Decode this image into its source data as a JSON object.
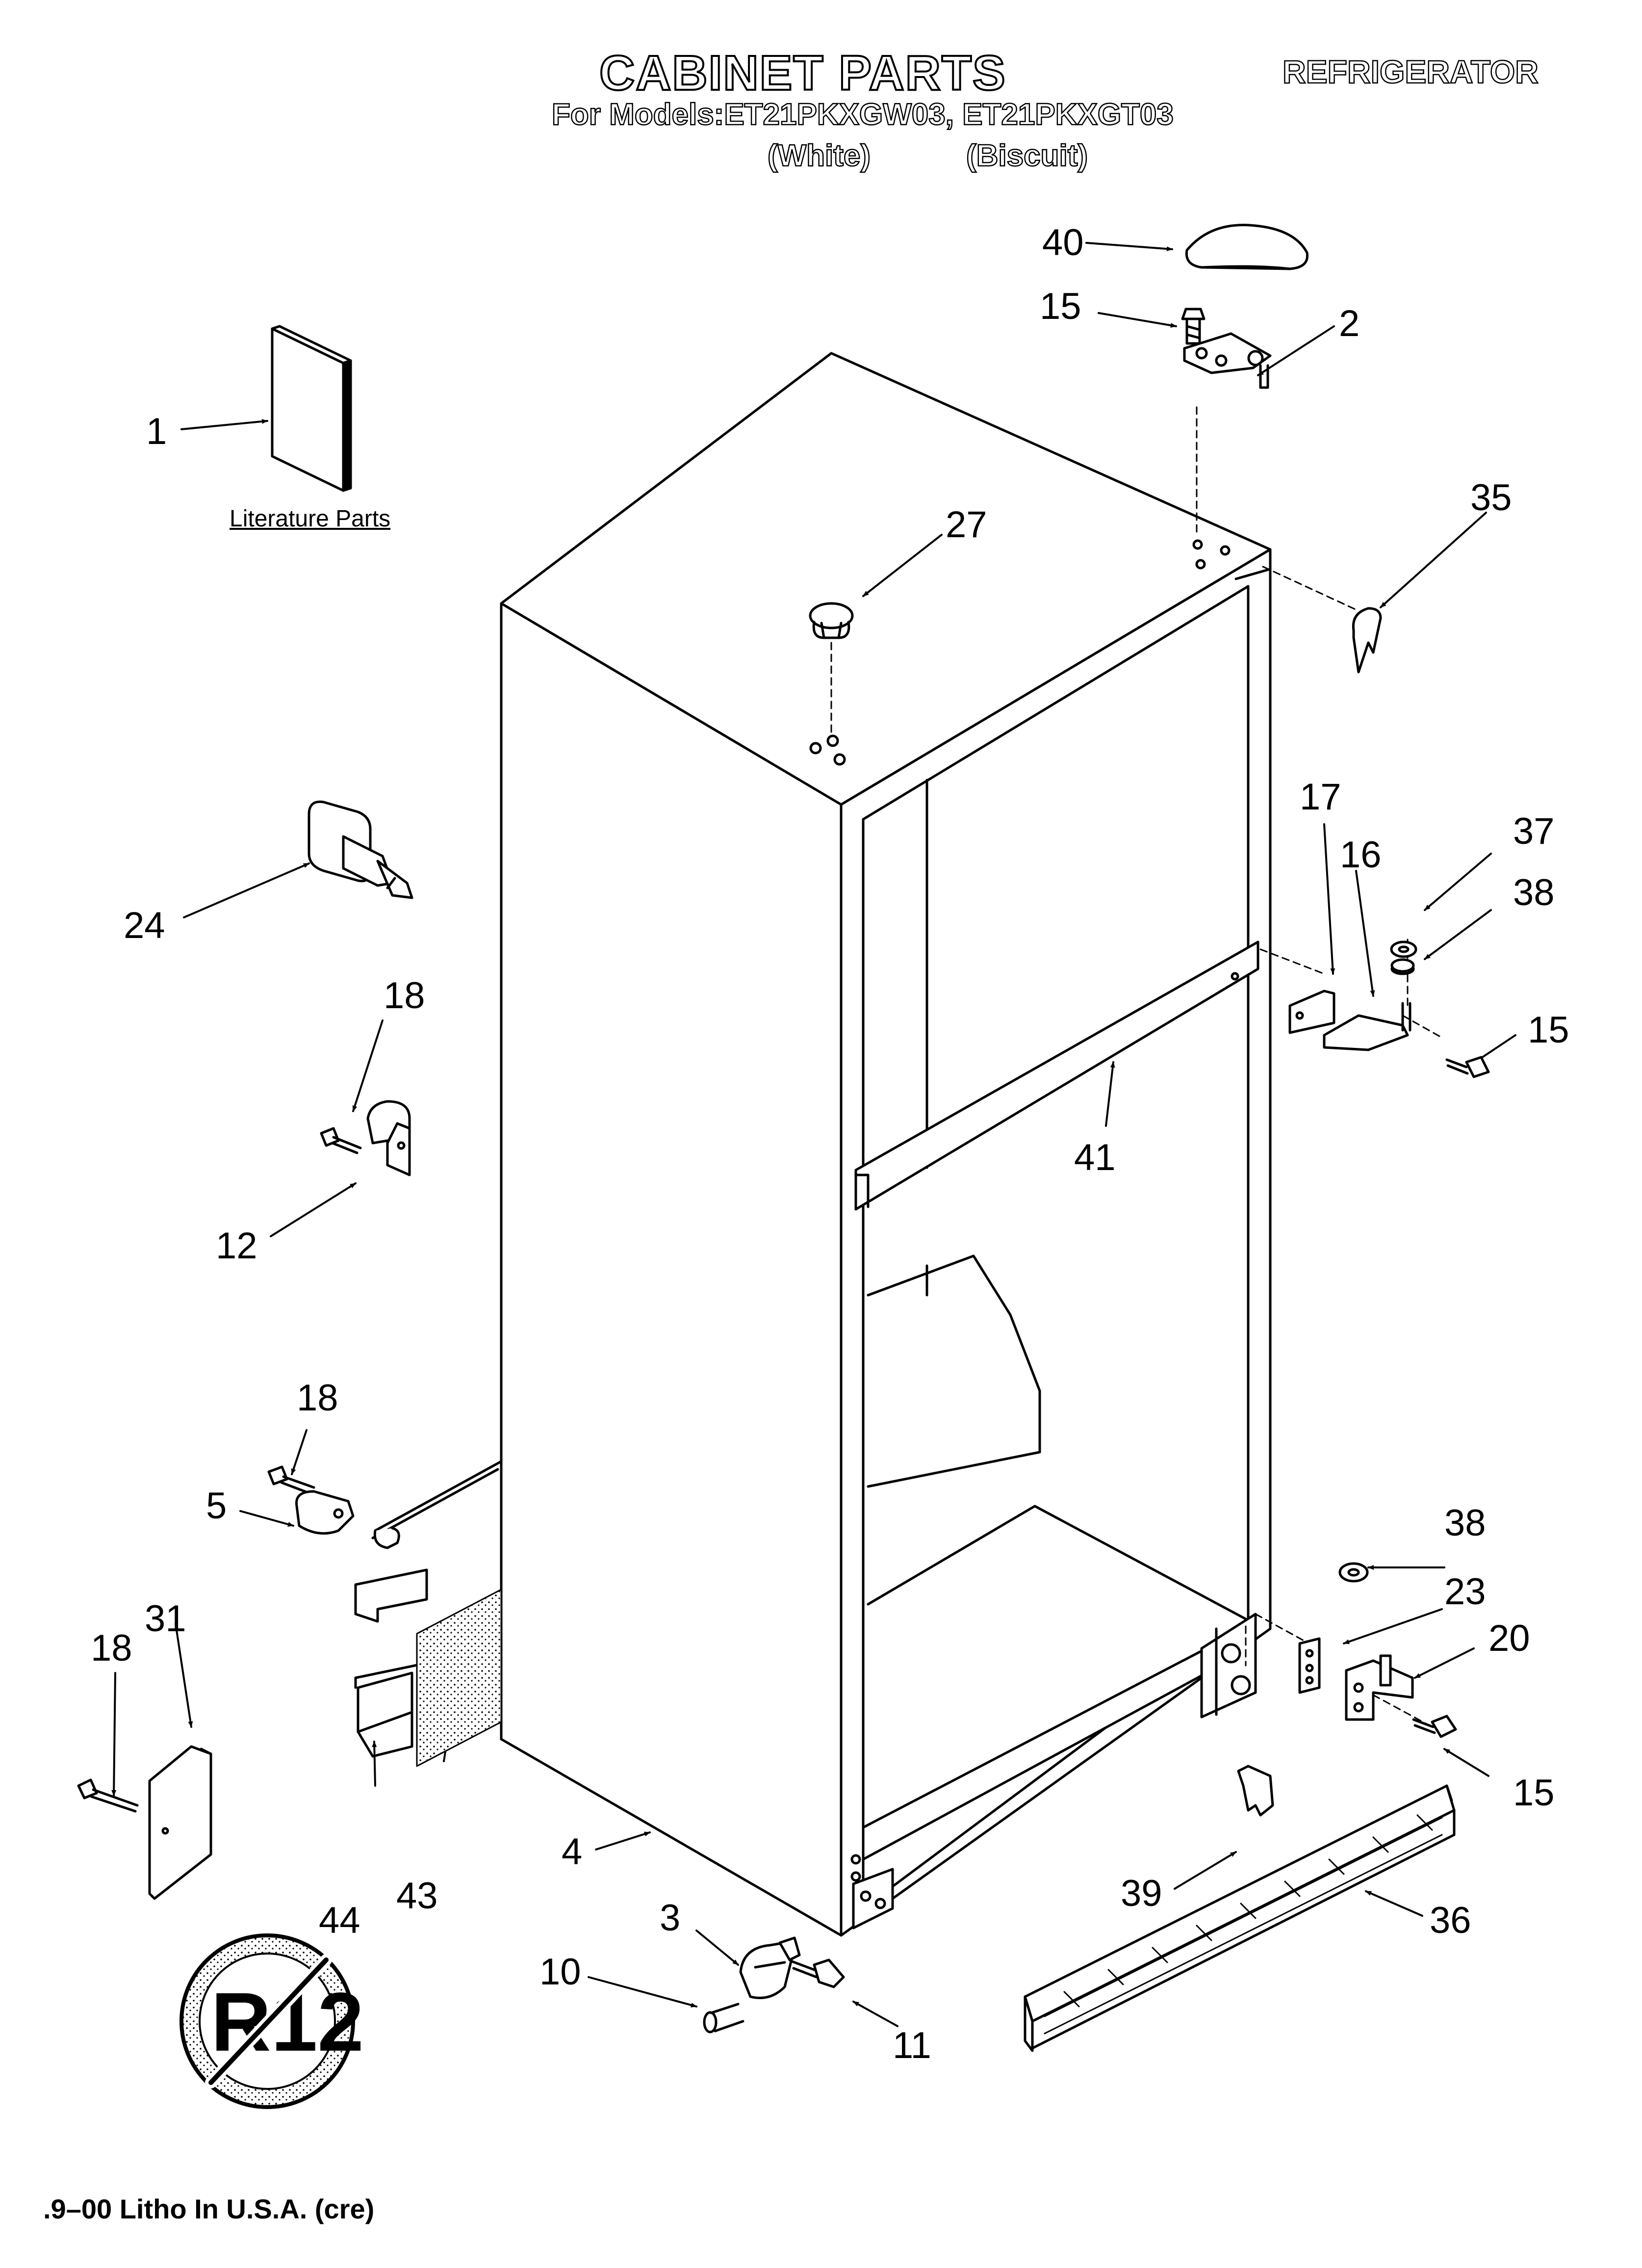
{
  "header": {
    "title": "CABINET PARTS",
    "models_line": "For Models:ET21PKXGW03, ET21PKXGT03",
    "variant_white": "(White)",
    "variant_biscuit": "(Biscuit)",
    "category": "REFRIGERATOR"
  },
  "literature_label": "Literature Parts",
  "footer": ".9–00 Litho In U.S.A. (cre)",
  "logo_text": "R12",
  "callouts": {
    "c1": "1",
    "c2": "2",
    "c3": "3",
    "c4": "4",
    "c5": "5",
    "c10": "10",
    "c11": "11",
    "c12": "12",
    "c15a": "15",
    "c15b": "15",
    "c15c": "15",
    "c16": "16",
    "c17": "17",
    "c18a": "18",
    "c18b": "18",
    "c18c": "18",
    "c20": "20",
    "c23": "23",
    "c24": "24",
    "c27": "27",
    "c31": "31",
    "c35": "35",
    "c36": "36",
    "c37": "37",
    "c38a": "38",
    "c38b": "38",
    "c39": "39",
    "c40": "40",
    "c41": "41",
    "c43": "43",
    "c44": "44"
  }
}
